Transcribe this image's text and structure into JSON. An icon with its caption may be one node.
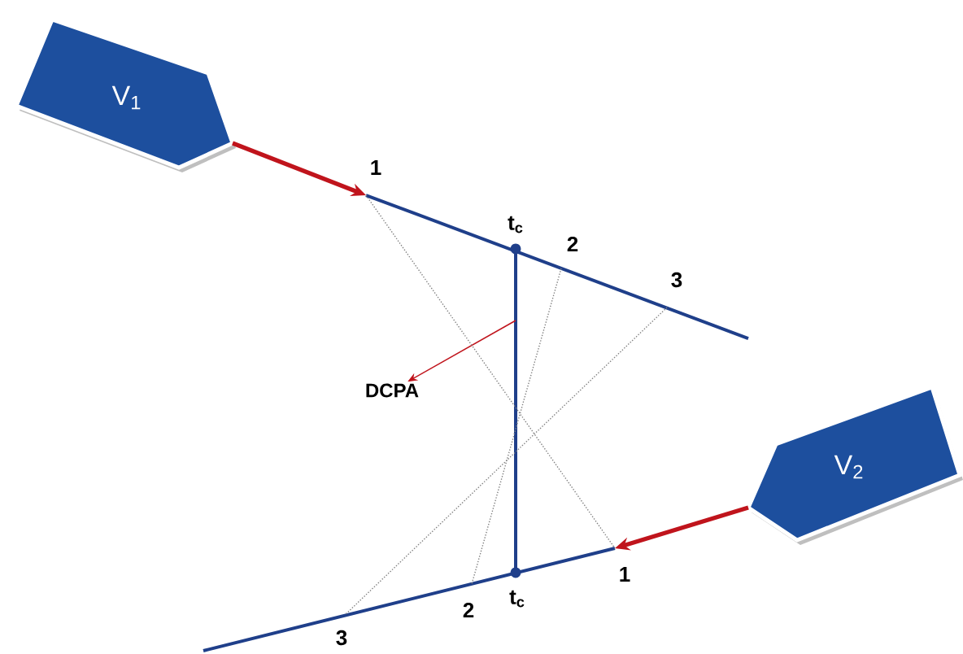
{
  "diagram": {
    "nodes": [
      {
        "text": [
          "V$_{1}$"
        ]
      },
      {
        "text": [
          "1"
        ]
      },
      {
        "text": [
          "2"
        ]
      },
      {
        "text": [
          "3"
        ]
      },
      {
        "text": [
          "DCPA"
        ]
      },
      {
        "text": [
          "V$_{2}$"
        ]
      },
      {
        "text": [
          "1"
        ]
      },
      {
        "text": [
          "2"
        ]
      },
      {
        "text": [
          "3"
        ]
      }
    ],
    "edges": [
      {
        "from": 0,
        "to": 1,
        "arrow": "to",
        "style": "thick",
        "color": "#c0141c"
      },
      {
        "from": 5,
        "to": 6,
        "arrow": "to",
        "style": "thick",
        "color": "#c0141c"
      },
      {
        "from": null,
        "to": 4,
        "arrow": "to",
        "color": "#c0141c"
      },
      {
        "from": 1,
        "to": 6,
        "arrow": "none",
        "style": "dashed",
        "color": "#808080"
      },
      {
        "from": 2,
        "to": 7,
        "arrow": "none",
        "style": "dashed",
        "color": "#808080"
      },
      {
        "from": 3,
        "to": 8,
        "arrow": "none",
        "style": "dashed",
        "color": "#808080"
      }
    ],
    "labels": [
      "t$_{c}$",
      "t$_{c}$"
    ]
  }
}
